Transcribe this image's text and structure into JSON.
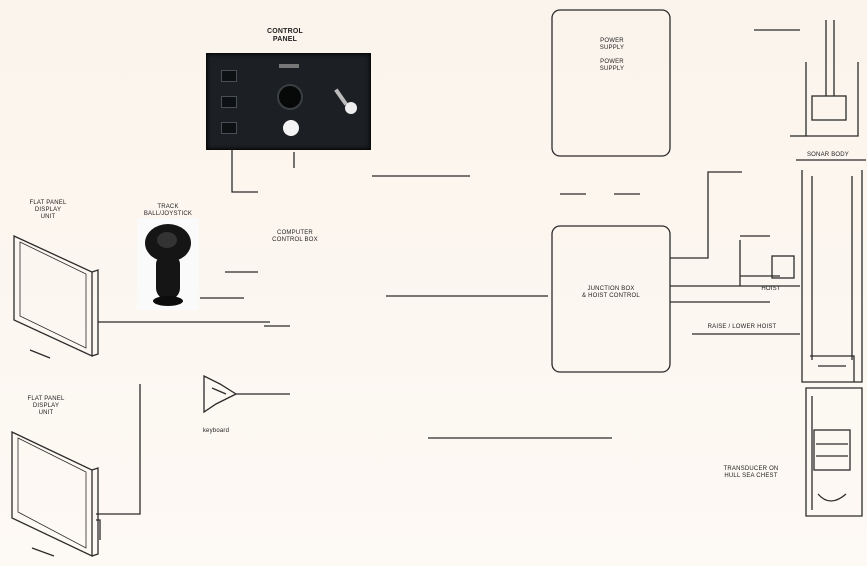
{
  "title": "",
  "components": {
    "control_panel": {
      "label": "CONTROL\nPANEL",
      "buttons": [
        "",
        "",
        ""
      ]
    },
    "trackball": {
      "label": "TRACK\nBALL/JOYSTICK"
    },
    "computer_chassis": {
      "label": "COMPUTER\nCONTROL BOX"
    },
    "flat_panel_top": {
      "label": "FLAT PANEL\nDISPLAY\nUNIT"
    },
    "flat_panel_bottom": {
      "label": "FLAT PANEL\nDISPLAY\nUNIT"
    },
    "keyboard": {
      "label": "keyboard"
    },
    "power_supply": {
      "label": "POWER\nSUPPLY\n\nPOWER\nSUPPLY"
    },
    "junction_box": {
      "label": "JUNCTION BOX\n& HOIST CONTROL"
    },
    "hoist": {
      "label": "HOIST"
    },
    "sonar_body": {
      "label": "SONAR BODY"
    },
    "transducer": {
      "label": "TRANSDUCER ON\nHULL SEA CHEST"
    },
    "raise_lower": {
      "label": "RAISE / LOWER HOIST"
    }
  },
  "annotations": {
    "a1": "",
    "a2": "",
    "a3": "",
    "a4": "",
    "a5": "",
    "a6": "",
    "a7": "",
    "a8": "",
    "a9": "",
    "a10": "",
    "a11": ""
  },
  "colors": {
    "line": "#2b2b2b",
    "panel": "#1c2024",
    "background": "#fdf8f2"
  }
}
